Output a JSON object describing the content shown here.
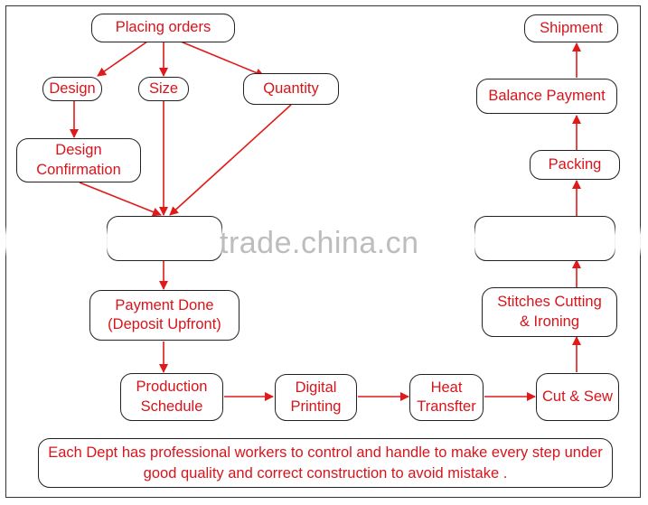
{
  "nodes": {
    "placing_orders": "Placing orders",
    "design": "Design",
    "size": "Size",
    "quantity": "Quantity",
    "design_confirmation": "Design\nConfirmation",
    "payment_done": "Payment Done\n(Deposit Upfront)",
    "production_schedule": "Production\nSchedule",
    "digital_printing": "Digital\nPrinting",
    "heat_transfer": "Heat\nTransfter",
    "cut_sew": "Cut & Sew",
    "stitches_cutting": "Stitches Cutting\n& Ironing",
    "packing": "Packing",
    "balance_payment": "Balance Payment",
    "shipment": "Shipment"
  },
  "note": "Each Dept has professional workers to control and handle to make every step under good quality and correct construction to avoid mistake .",
  "watermark": "trade.china.cn",
  "colors": {
    "accent": "#d8141b",
    "border": "#222222",
    "arrow": "#e01a1a"
  }
}
